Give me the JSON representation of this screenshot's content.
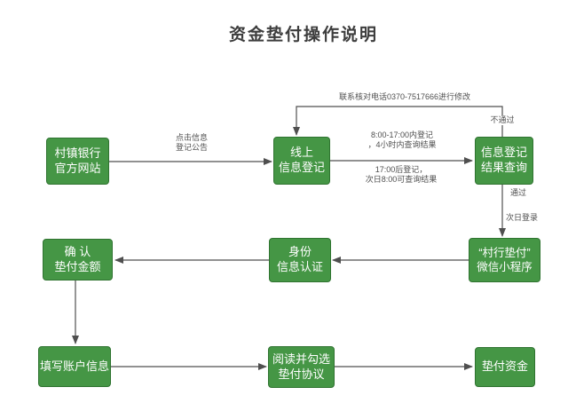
{
  "page": {
    "title": "资金垫付操作说明"
  },
  "colors": {
    "node_fill": "#459645",
    "node_border": "#2f7330",
    "node_text": "#ffffff",
    "connector": "#4f4f4f",
    "edge_label_text": "#4f4f4f",
    "title_text": "#3d3d3d",
    "background": "#ffffff"
  },
  "nodes": {
    "bank_website": {
      "label": "村镇银行\n官方网站"
    },
    "online_registration": {
      "label": "线上\n信息登记"
    },
    "registration_result_query": {
      "label": "信息登记\n结果查询"
    },
    "wechat_miniprogram": {
      "label": "“村行垫付”\n微信小程序"
    },
    "identity_verification": {
      "label": "身份\n信息认证"
    },
    "confirm_amount": {
      "label": "确 认\n垫付金额"
    },
    "account_info": {
      "label": "填写账户信息"
    },
    "agreement": {
      "label": "阅读并勾选\n垫付协议"
    },
    "advance_funds": {
      "label": "垫付资金"
    }
  },
  "edge_labels": {
    "click_notice": "点击信息\n登记公告",
    "register_daytime": "8:00-17:00内登记\n，4小时内查询结果",
    "register_evening": "17:00后登记，\n次日8:00可查询结果",
    "contact_modify": "联系核对电话0370-7517666进行修改",
    "not_passed": "不通过",
    "passed": "通过",
    "next_day_login": "次日登录"
  }
}
